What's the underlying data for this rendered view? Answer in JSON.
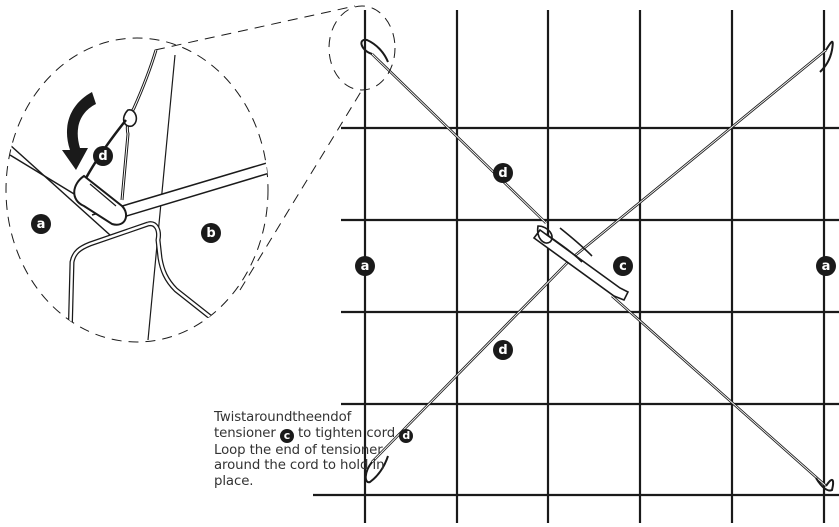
{
  "labels": {
    "a": "a",
    "b": "b",
    "c": "c",
    "d": "d"
  },
  "instructions": {
    "line1": [
      "Twist",
      "around",
      "the",
      "end",
      "of"
    ],
    "line2_pre": "tensioner",
    "line2_mid": "to tighten cord",
    "line3": "Loop the end of tensioner",
    "line4": "around the cord to hold in",
    "line5": "place."
  },
  "colors": {
    "ink": "#1a1a1a",
    "text": "#333333",
    "background": "#ffffff"
  }
}
